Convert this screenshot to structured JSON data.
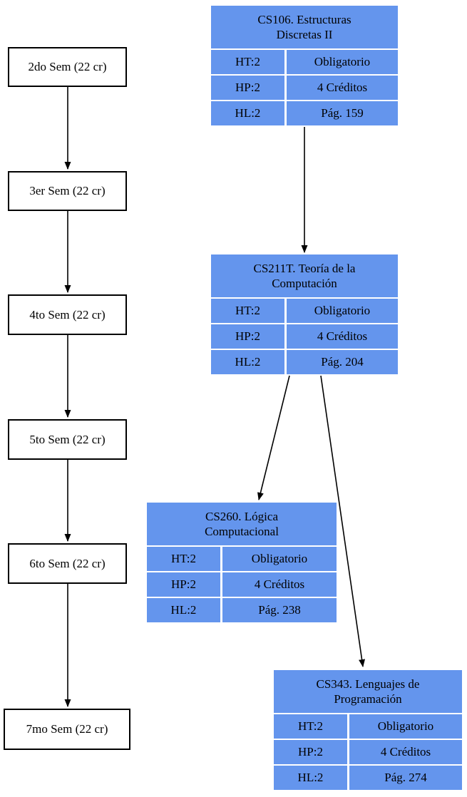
{
  "diagram": {
    "type": "curriculum-flowchart",
    "card_fill_color": "#6495ED",
    "node_border_color": "#000000",
    "text_color": "#000000"
  },
  "semesters": [
    {
      "label": "2do Sem (22 cr)"
    },
    {
      "label": "3er Sem (22 cr)"
    },
    {
      "label": "4to Sem (22 cr)"
    },
    {
      "label": "5to Sem (22 cr)"
    },
    {
      "label": "6to Sem (22 cr)"
    },
    {
      "label": "7mo Sem (22 cr)"
    }
  ],
  "semester_edges": [
    {
      "from": "2do Sem",
      "to": "3er Sem"
    },
    {
      "from": "3er Sem",
      "to": "4to Sem"
    },
    {
      "from": "4to Sem",
      "to": "5to Sem"
    },
    {
      "from": "5to Sem",
      "to": "6to Sem"
    },
    {
      "from": "6to Sem",
      "to": "7mo Sem"
    }
  ],
  "courses": [
    {
      "title_line1": "CS106. Estructuras",
      "title_line2": "Discretas II",
      "rows": [
        [
          "HT:2",
          "Obligatorio"
        ],
        [
          "HP:2",
          "4 Créditos"
        ],
        [
          "HL:2",
          "Pág. 159"
        ]
      ]
    },
    {
      "title_line1": "CS211T. Teoría de la",
      "title_line2": "Computación",
      "rows": [
        [
          "HT:2",
          "Obligatorio"
        ],
        [
          "HP:2",
          "4 Créditos"
        ],
        [
          "HL:2",
          "Pág. 204"
        ]
      ]
    },
    {
      "title_line1": "CS260. Lógica",
      "title_line2": "Computacional",
      "rows": [
        [
          "HT:2",
          "Obligatorio"
        ],
        [
          "HP:2",
          "4 Créditos"
        ],
        [
          "HL:2",
          "Pág. 238"
        ]
      ]
    },
    {
      "title_line1": "CS343. Lenguajes de",
      "title_line2": "Programación",
      "rows": [
        [
          "HT:2",
          "Obligatorio"
        ],
        [
          "HP:2",
          "4 Créditos"
        ],
        [
          "HL:2",
          "Pág. 274"
        ]
      ]
    }
  ],
  "course_edges": [
    {
      "from": "CS106",
      "to": "CS211T"
    },
    {
      "from": "CS211T",
      "to": "CS260"
    },
    {
      "from": "CS211T",
      "to": "CS343"
    }
  ]
}
